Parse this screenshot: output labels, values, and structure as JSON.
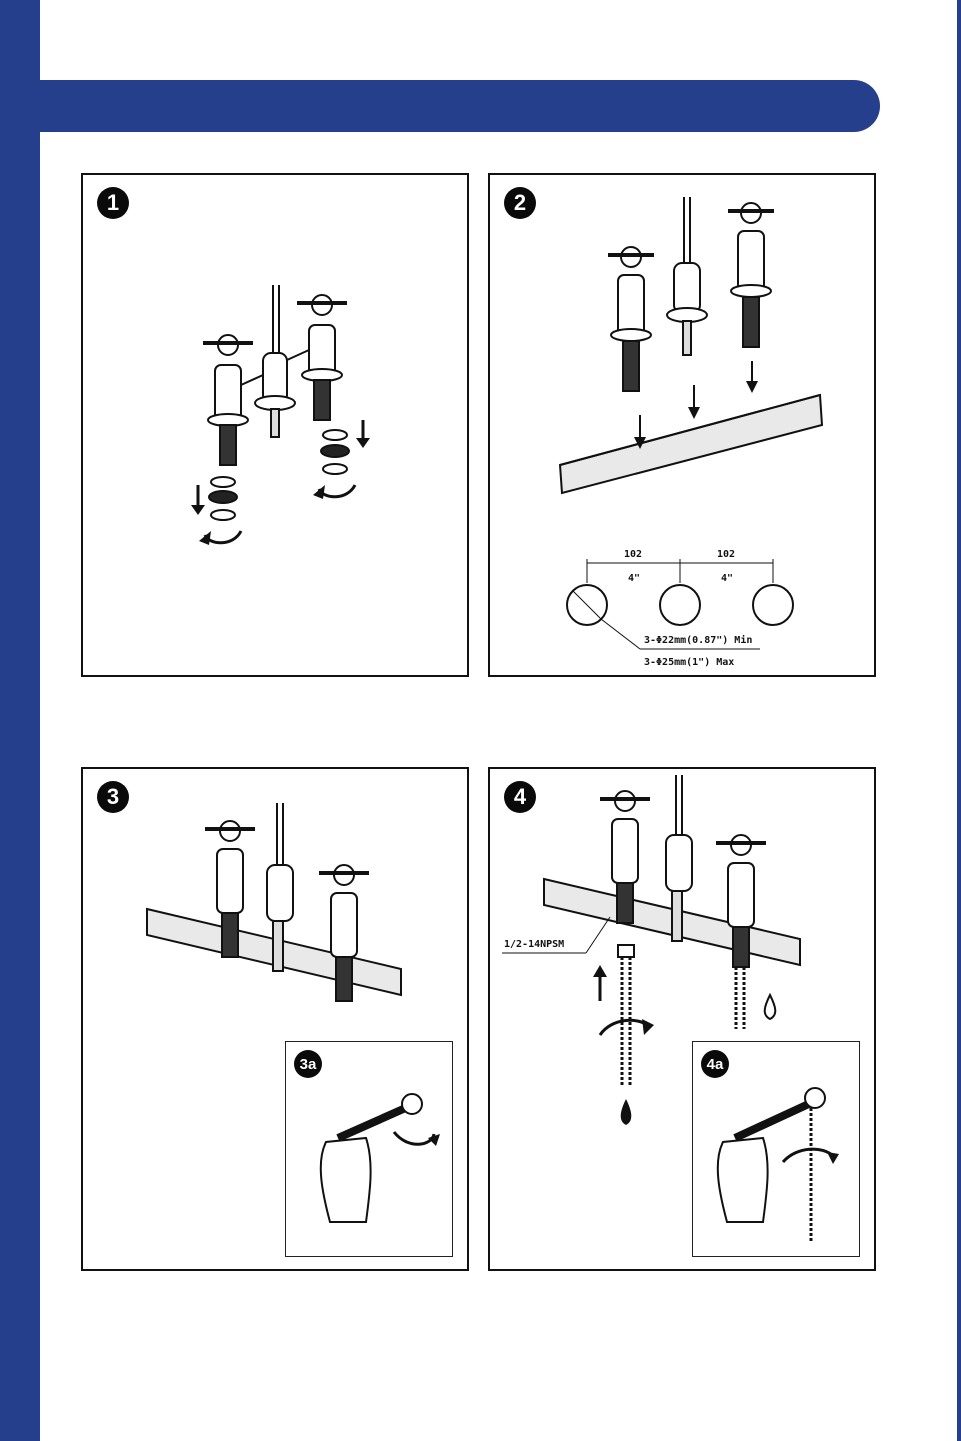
{
  "colors": {
    "brand": "#263f8d",
    "ink": "#111111"
  },
  "steps": [
    {
      "number": "1"
    },
    {
      "number": "2",
      "spacing": [
        "102",
        "102"
      ],
      "spacing_in": [
        "4\"",
        "4\""
      ],
      "hole_min": "3-Φ22mm(0.87\") Min",
      "hole_max": "3-Φ25mm(1\") Max"
    },
    {
      "number": "3",
      "inset": "3a"
    },
    {
      "number": "4",
      "thread_label": "1/2-14NPSM",
      "inset": "4a"
    }
  ]
}
